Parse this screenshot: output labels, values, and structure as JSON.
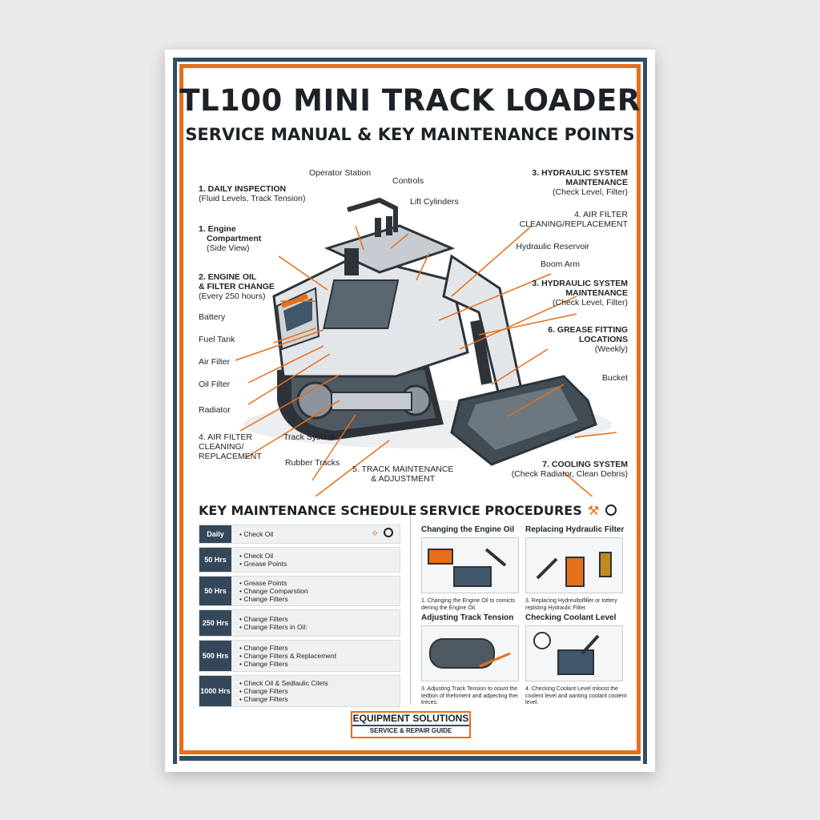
{
  "header": {
    "title": "TL100 MINI TRACK LOADER",
    "subtitle": "SERVICE MANUAL & KEY MAINTENANCE POINTS"
  },
  "callouts": {
    "operator_station": "Operator Station",
    "controls": "Controls",
    "lift_cylinders": "Lift Cylinders",
    "daily_inspection": {
      "title": "1. DAILY INSPECTION",
      "note": "(Fluid Levels, Track Tension)"
    },
    "engine_compartment": {
      "line1": "1. Engine",
      "line2": "Compartment",
      "note": "(Side View)"
    },
    "engine_oil": {
      "line1": "2. ENGINE OIL",
      "line2": "& FILTER CHANGE",
      "note": "(Every 250 hours)"
    },
    "battery": "Battery",
    "fuel_tank": "Fuel Tank",
    "air_filter": "Air Filter",
    "oil_filter": "Oil Filter",
    "radiator": "Radiator",
    "air_filter_cleaning_left": {
      "line1": "4. AIR FILTER",
      "line2": "CLEANING/",
      "line3": "REPLACEMENT"
    },
    "track_system": "Track System",
    "rubber_tracks": "Rubber Tracks",
    "track_maintenance": {
      "line1": "5. TRACK MAINTENANCE",
      "line2": "& ADJUSTMENT"
    },
    "hydraulic_top": {
      "line1": "3. HYDRAULIC SYSTEM",
      "line2": "MAINTENANCE",
      "note": "(Check Level, Filter)"
    },
    "air_filter_cleaning_right": {
      "line1": "4. AIR FILTER",
      "line2": "CLEANING/REPLACEMENT"
    },
    "hydraulic_reservoir": "Hydraulic Reservoir",
    "boom_arm": "Boom Arm",
    "hydraulic_mid": {
      "line1": "3. HYDRAULIC SYSTEM",
      "line2": "MAINTENANCE",
      "note": "(Check Level, Filter)"
    },
    "grease": {
      "line1": "6. GREASE FITTING",
      "line2": "LOCATIONS",
      "note": "(Weekly)"
    },
    "bucket": "Bucket",
    "cooling": {
      "line1": "7. COOLING SYSTEM",
      "note": "(Check Radiator, Clean Debris)"
    }
  },
  "schedule": {
    "title": "KEY MAINTENANCE SCHEDULE",
    "rows": [
      {
        "interval": "Daily",
        "tasks": [
          "Check Oil"
        ]
      },
      {
        "interval": "50 Hrs",
        "tasks": [
          "Check Oil",
          "Grease Points"
        ]
      },
      {
        "interval": "50 Hrs",
        "tasks": [
          "Grease Points",
          "Change Comparstion",
          "Change Filters"
        ]
      },
      {
        "interval": "250 Hrs",
        "tasks": [
          "Change Filters",
          "Change Filters in Oil:"
        ]
      },
      {
        "interval": "500 Hrs",
        "tasks": [
          "Change Filters",
          "Change Filters & Replacement",
          "Change Filters"
        ]
      },
      {
        "interval": "1000 Hrs",
        "tasks": [
          "Check Oil & Sedlaulic Cilets",
          "Change Filters",
          "Change Filters"
        ]
      }
    ]
  },
  "procedures": {
    "title": "SERVICE PROCEDURES",
    "items": [
      {
        "title": "Changing the Engine Oil",
        "caption": "1. Changing the Engine Oil to comicts dening the Engine Oil."
      },
      {
        "title": "Replacing Hydraulic Filter",
        "caption": "3. Replacing Hydreultolfiller or tottery replsting Hydraulic Filter."
      },
      {
        "title": "Adjusting Track Tension",
        "caption": "3. Adjusting Track Tension to oount the tedtion of thefoment and adpecling thei treces."
      },
      {
        "title": "Checking Coolant Level",
        "caption": "4. Checking Coolant Level mloost the coolent level and aanting coolant coolent level."
      }
    ]
  },
  "footer": {
    "line1": "EQUIPMENT SOLUTIONS",
    "line2": "SERVICE & REPAIR GUIDE"
  },
  "colors": {
    "accent": "#e66f1a",
    "navy": "#2f4f66",
    "dark": "#1d2227"
  }
}
